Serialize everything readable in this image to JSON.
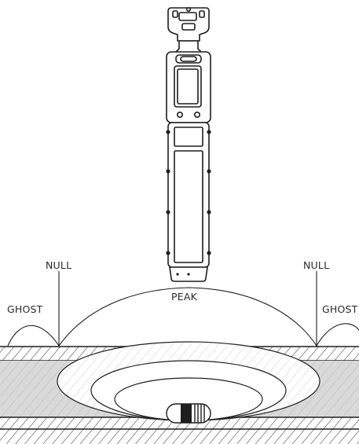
{
  "labels": {
    "null_left": "NULL",
    "null_right": "NULL",
    "ghost_left": "GHOST",
    "ghost_right": "GHOST",
    "peak": "PEAK"
  },
  "colors": {
    "line": "#1e1e1e",
    "hatch": "#3a3a3a",
    "pipe_fill": "#d9d9d9",
    "background": "#ffffff"
  }
}
